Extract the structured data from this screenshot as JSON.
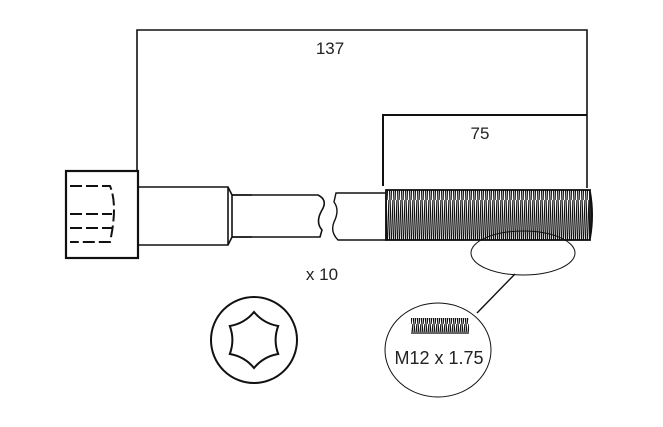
{
  "dimensions": {
    "overall_length": "137",
    "thread_length": "75"
  },
  "quantity": "x 10",
  "thread_spec": "M12 x 1.75",
  "colors": {
    "line": "#111111",
    "background": "#ffffff"
  },
  "icons": [
    "torx-head-icon"
  ]
}
